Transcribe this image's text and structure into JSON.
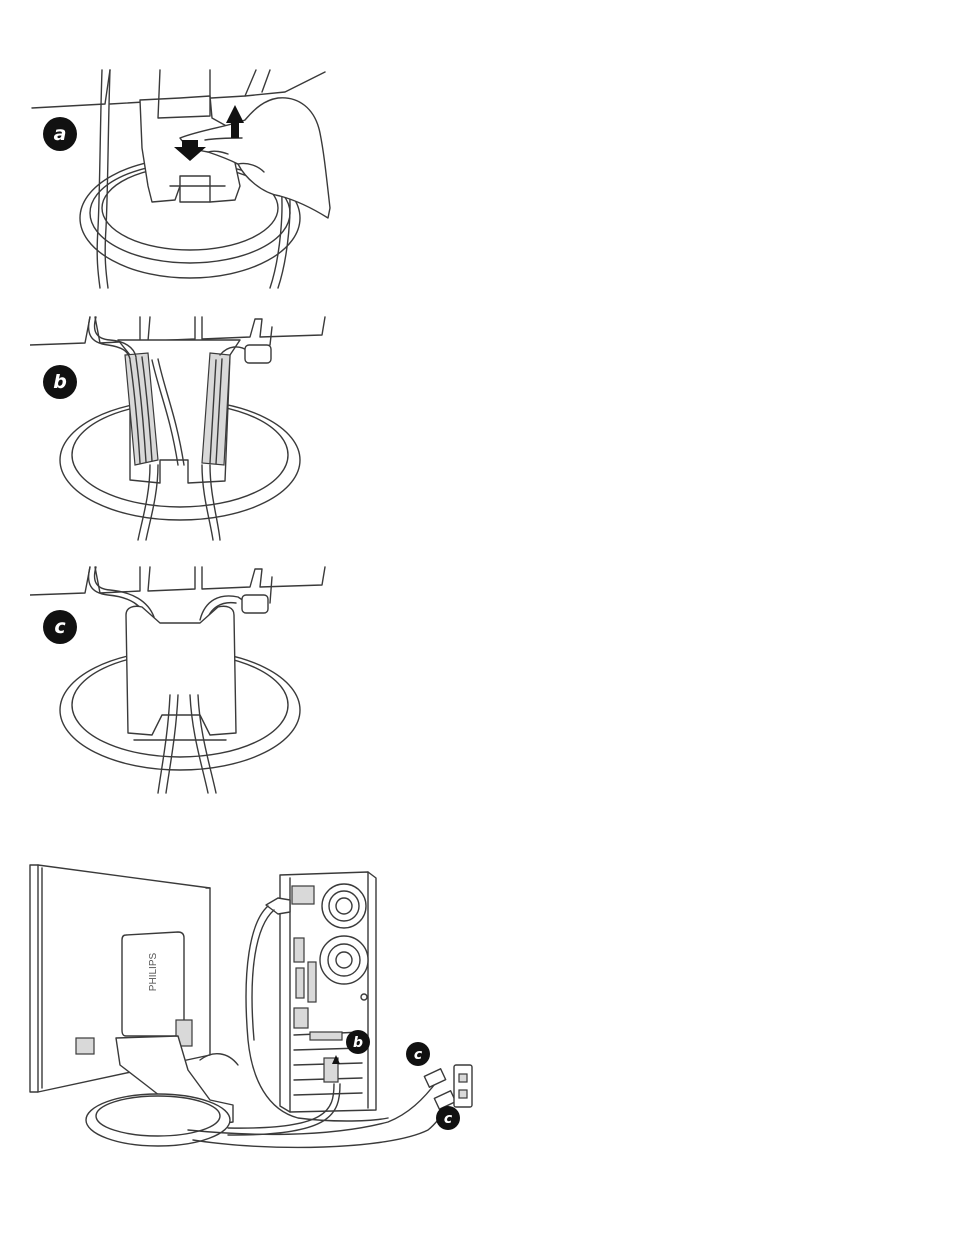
{
  "figures": [
    {
      "id": "a",
      "badge": "a"
    },
    {
      "id": "b",
      "badge": "b"
    },
    {
      "id": "c",
      "badge": "c"
    }
  ],
  "connection_diagram": {
    "monitor_logo": "PHILIPS",
    "pc_port_badge": "b",
    "power_plug_badges": [
      "c",
      "c"
    ]
  },
  "colors": {
    "line": "#3a3a3a",
    "badge": "#111111",
    "badge_text": "#ffffff",
    "cable_fill": "#ffffff"
  }
}
